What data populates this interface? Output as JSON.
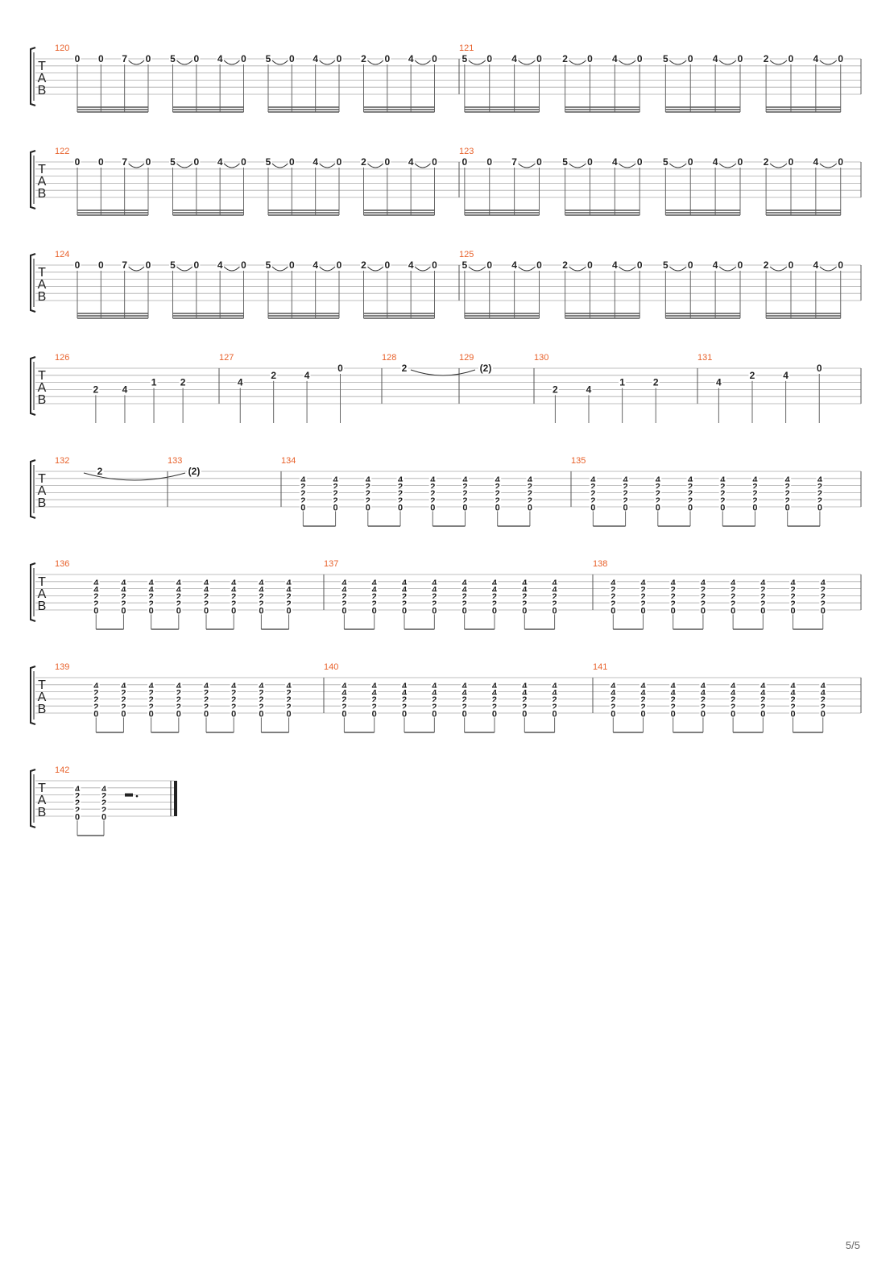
{
  "instrument": {
    "clef_label": [
      "T",
      "A",
      "B"
    ]
  },
  "colors": {
    "measure_number": "#e8622c",
    "note": "#222222",
    "staff_line": "#aaaaaa",
    "barline": "#555555"
  },
  "page": {
    "page_number": "5/5"
  },
  "motifs": {
    "A": [
      [
        {
          "t": "0"
        },
        {
          "t": "0"
        },
        {
          "t": "7",
          "tie": true
        },
        {
          "t": "0"
        }
      ],
      [
        {
          "t": "5",
          "tie": true
        },
        {
          "t": "0"
        },
        {
          "t": "4",
          "tie": true
        },
        {
          "t": "0"
        }
      ],
      [
        {
          "t": "5",
          "tie": true
        },
        {
          "t": "0"
        },
        {
          "t": "4",
          "tie": true
        },
        {
          "t": "0"
        }
      ],
      [
        {
          "t": "2",
          "tie": true
        },
        {
          "t": "0"
        },
        {
          "t": "4",
          "tie": true
        },
        {
          "t": "0"
        }
      ]
    ],
    "B": [
      [
        {
          "t": "5",
          "tie": true
        },
        {
          "t": "0"
        },
        {
          "t": "4",
          "tie": true
        },
        {
          "t": "0"
        }
      ],
      [
        {
          "t": "2",
          "tie": true
        },
        {
          "t": "0"
        },
        {
          "t": "4",
          "tie": true
        },
        {
          "t": "0"
        }
      ],
      [
        {
          "t": "5",
          "tie": true
        },
        {
          "t": "0"
        },
        {
          "t": "4",
          "tie": true
        },
        {
          "t": "0"
        }
      ],
      [
        {
          "t": "2",
          "tie": true
        },
        {
          "t": "0"
        },
        {
          "t": "4",
          "tie": true
        },
        {
          "t": "0"
        }
      ]
    ]
  },
  "systems": [
    {
      "measures": [
        {
          "number": "120",
          "motif": "A"
        },
        {
          "number": "121",
          "motif": "B"
        }
      ]
    },
    {
      "measures": [
        {
          "number": "122",
          "motif": "A"
        },
        {
          "number": "123",
          "motif": "A"
        }
      ]
    },
    {
      "measures": [
        {
          "number": "124",
          "motif": "A"
        },
        {
          "number": "125",
          "motif": "B"
        }
      ]
    },
    {
      "measures": [
        {
          "number": "126",
          "notes": [
            {
              "t": "2",
              "s": 3
            },
            {
              "t": "4",
              "s": 3
            },
            {
              "t": "1",
              "s": 2
            },
            {
              "t": "2",
              "s": 2
            }
          ]
        },
        {
          "number": "127",
          "notes": [
            {
              "t": "4",
              "s": 2
            },
            {
              "t": "2",
              "s": 1
            },
            {
              "t": "4",
              "s": 1
            },
            {
              "t": "0",
              "s": 0
            }
          ]
        },
        {
          "number": "128",
          "single": {
            "t": "2",
            "s": 0
          }
        },
        {
          "number": "129",
          "single": {
            "t": "(2)",
            "s": 0
          }
        },
        {
          "number": "130",
          "notes": [
            {
              "t": "2",
              "s": 3
            },
            {
              "t": "4",
              "s": 3
            },
            {
              "t": "1",
              "s": 2
            },
            {
              "t": "2",
              "s": 2
            }
          ]
        },
        {
          "number": "131",
          "notes": [
            {
              "t": "4",
              "s": 2
            },
            {
              "t": "2",
              "s": 1
            },
            {
              "t": "4",
              "s": 1
            },
            {
              "t": "0",
              "s": 0
            }
          ]
        }
      ]
    },
    {
      "measures": [
        {
          "number": "132",
          "single": {
            "t": "2",
            "s": 0
          }
        },
        {
          "number": "133",
          "single": {
            "t": "(2)",
            "s": 0
          }
        },
        {
          "number": "134",
          "chord": [
            "4",
            "2",
            "2",
            "0"
          ]
        },
        {
          "number": "135",
          "chord": [
            "4",
            "2",
            "2",
            "0"
          ]
        }
      ]
    },
    {
      "measures": [
        {
          "number": "136",
          "chord": [
            "4",
            "4",
            "2",
            "0"
          ]
        },
        {
          "number": "137",
          "chord": [
            "4",
            "4",
            "2",
            "0"
          ]
        },
        {
          "number": "138",
          "chord": [
            "4",
            "2",
            "2",
            "0"
          ]
        }
      ]
    },
    {
      "measures": [
        {
          "number": "139",
          "chord": [
            "4",
            "2",
            "2",
            "0"
          ]
        },
        {
          "number": "140",
          "chord": [
            "4",
            "4",
            "2",
            "0"
          ]
        },
        {
          "number": "141",
          "chord": [
            "4",
            "4",
            "2",
            "0"
          ]
        }
      ]
    },
    {
      "measures": [
        {
          "number": "142",
          "chord": [
            "4",
            "2",
            "2",
            "0"
          ],
          "count": 2,
          "rest": true
        }
      ]
    }
  ]
}
